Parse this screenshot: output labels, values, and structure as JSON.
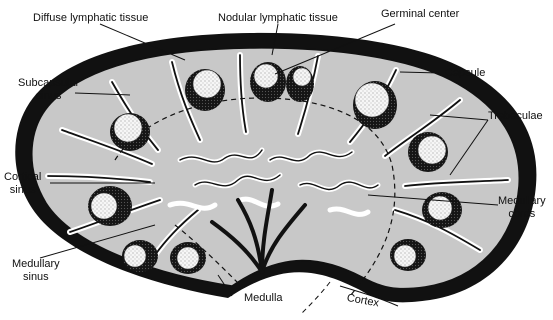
{
  "diagram": {
    "labels": {
      "diffuse_lymphatic_tissue": "Diffuse lymphatic tissue",
      "nodular_lymphatic_tissue": "Nodular lymphatic tissue",
      "germinal_center": "Germinal center",
      "capsule": "Capsule",
      "subcapsular_sinus": "Subcapsular\nsinus",
      "trabeculae": "Trabeculae",
      "cortical_sinus": "Cortical\nsinus",
      "medullary_cords": "Medullary\ncords",
      "medullary_sinus": "Medullary\nsinus",
      "medulla": "Medulla",
      "cortex": "Cortex"
    },
    "colors": {
      "capsule": "#111111",
      "tissue": "#c8c8c8",
      "follicle_mantle": "#1e1e1e",
      "germinal_center": "#f4f4f4",
      "sinus": "#ffffff",
      "line": "#111111"
    }
  }
}
